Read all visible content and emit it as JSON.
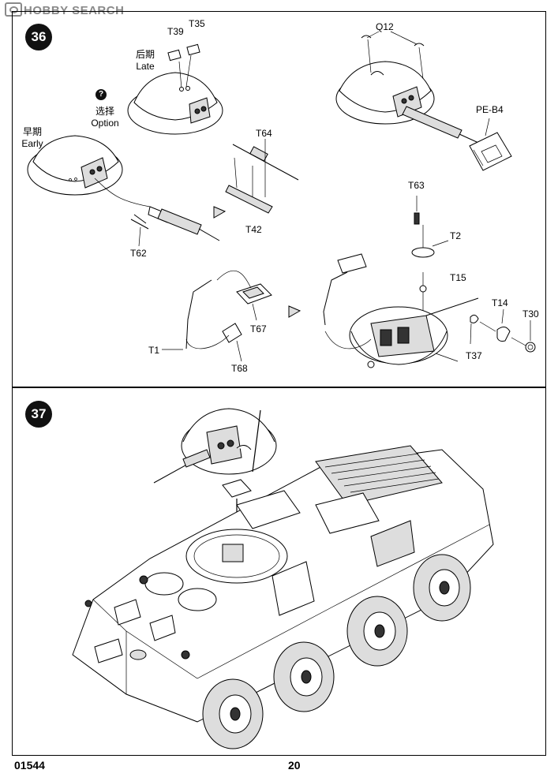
{
  "watermark": "HOBBY SEARCH",
  "footer": {
    "code": "01544",
    "page": "20"
  },
  "step36": {
    "number": "36",
    "late_cn": "后期",
    "late_en": "Late",
    "option_cn": "选择",
    "option_en": "Option",
    "early_cn": "早期",
    "early_en": "Early",
    "parts": [
      "T39",
      "T35",
      "Q12",
      "PE-B4",
      "T64",
      "T42",
      "T62",
      "T63",
      "T2",
      "T15",
      "T14",
      "T30",
      "T37",
      "T67",
      "T68",
      "T1"
    ]
  },
  "step37": {
    "number": "37"
  }
}
